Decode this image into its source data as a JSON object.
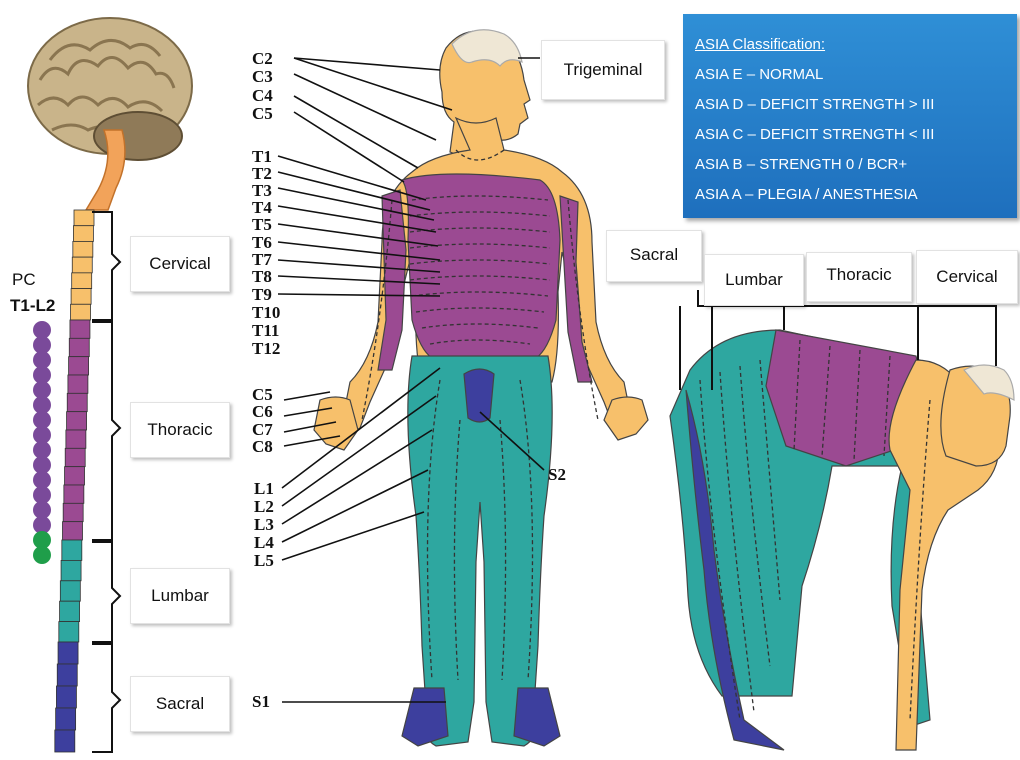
{
  "colors": {
    "cervical": "#f7c06b",
    "thoracic": "#9b4a92",
    "lumbar": "#2ea7a0",
    "sacral": "#3d3f9e",
    "pc_dot_purple": "#7a4a9a",
    "pc_dot_green": "#1f9e4a",
    "asia_box": "#2a82cf"
  },
  "region_boxes": {
    "cervical": "Cervical",
    "thoracic": "Thoracic",
    "lumbar": "Lumbar",
    "sacral": "Sacral",
    "trigeminal": "Trigeminal"
  },
  "side_boxes": {
    "sacral": "Sacral",
    "lumbar": "Lumbar",
    "thoracic": "Thoracic",
    "cervical": "Cervical"
  },
  "pc": {
    "label": "PC",
    "range": "T1-L2",
    "purple_count": 14,
    "green_count": 2
  },
  "asia": {
    "title": "ASIA Classification:",
    "items": [
      "ASIA E – NORMAL",
      "ASIA D – DEFICIT STRENGTH > III",
      "ASIA C – DEFICIT STRENGTH < III",
      "ASIA B – STRENGTH 0 / BCR+",
      "ASIA A – PLEGIA / ANESTHESIA"
    ]
  },
  "dermatomes": {
    "c2": "C2",
    "c3": "C3",
    "c4": "C4",
    "c5": "C5",
    "t1": "T1",
    "t2": "T2",
    "t3": "T3",
    "t4": "T4",
    "t5": "T5",
    "t6": "T6",
    "t7": "T7",
    "t8": "T8",
    "t9": "T9",
    "t10": "T10",
    "t11": "T11",
    "t12": "T12",
    "c5b": "C5",
    "c6": "C6",
    "c7": "C7",
    "c8": "C8",
    "l1": "L1",
    "l2": "L2",
    "l3": "L3",
    "l4": "L4",
    "l5": "L5",
    "s1": "S1",
    "s2": "S2"
  }
}
